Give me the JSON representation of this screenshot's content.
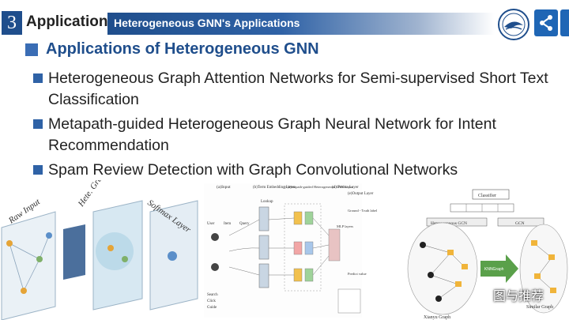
{
  "header": {
    "section_number": "3",
    "section_word": "Application",
    "slide_title": "Heterogeneous GNN's Applications",
    "share_icon": "share-icon"
  },
  "heading": "Applications of Heterogeneous GNN",
  "bullets": [
    "Heterogeneous Graph Attention Networks for Semi-supervised Short Text Classification",
    "Metapath-guided Heterogeneous Graph Neural Network for Intent Recommendation",
    "Spam Review Detection with Graph Convolutional Networks"
  ],
  "figures": {
    "left": {
      "raw_input": "Raw Input",
      "hete_graph_conv": "Hete. Graph Conv.",
      "softmax_layer": "Softmax Layer"
    },
    "middle": {
      "input": "(a)Input",
      "term_embedding": "(b)Term Embedding Layer",
      "metapath_guided": "(c)Metapath-guided Heterogeneous GNN Layer",
      "fusion": "(d) Fusion Layer",
      "output": "(e)Output Layer",
      "lookup": "Lookup",
      "user": "User",
      "item": "Item",
      "query": "Query",
      "search": "Search",
      "click": "Click",
      "guide": "Guide",
      "mlp_layers": "MLP layers",
      "ground_truth": "Ground - Truth label",
      "predict_value": "Predict value"
    },
    "right": {
      "classifier": "Classifier",
      "hetero_gcn": "Heterogeneous GCN",
      "gcn": "GCN",
      "knn_graph": "KNNGraph",
      "xianyu_graph": "Xianyu Graph",
      "similar_graph": "Similar Graph"
    }
  },
  "watermark": "图与推荐",
  "colors": {
    "primary": "#1f4e8c",
    "accent": "#2f62a6",
    "share": "#1f66b5",
    "arrow_green": "#5aa04a"
  }
}
